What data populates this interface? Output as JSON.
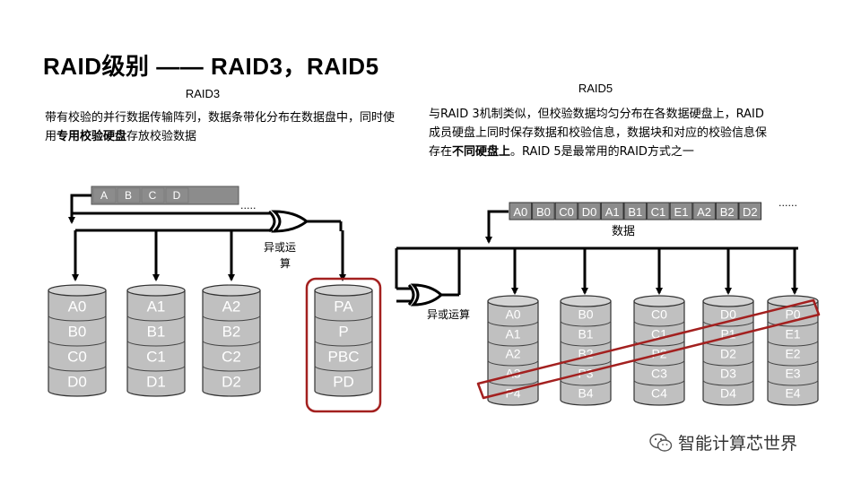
{
  "title": "RAID级别 —— RAID3，RAID5",
  "raid3": {
    "heading": "RAID3",
    "desc_part1": "带有校验的并行数据传输阵列，数据条带化分布在数据盘中，同时使用",
    "desc_bold": "专用校验硬盘",
    "desc_part2": "存放校验数据",
    "stripe_cells": [
      "A",
      "B",
      "C",
      "D"
    ],
    "ellipsis": ".....",
    "xor_label_line1": "异或运",
    "xor_label_line2": "算",
    "disks": [
      {
        "labels": [
          "A0",
          "B0",
          "C0",
          "D0"
        ]
      },
      {
        "labels": [
          "A1",
          "B1",
          "C1",
          "D1"
        ]
      },
      {
        "labels": [
          "A2",
          "B2",
          "C2",
          "D2"
        ]
      },
      {
        "labels": [
          "PA",
          "P",
          "PBC",
          "PD"
        ]
      }
    ]
  },
  "raid5": {
    "heading": "RAID5",
    "desc_part1": "与RAID 3机制类似，但校验数据均匀分布在各数据硬盘上，RAID成员硬盘上同时保存数据和校验信息，数据块和对应的校验信息保存在",
    "desc_bold": "不同硬盘上",
    "desc_part2": "。RAID 5是最常用的RAID方式之一",
    "stripe_cells": [
      "A0",
      "B0",
      "C0",
      "D0",
      "A1",
      "B1",
      "C1",
      "E1",
      "A2",
      "B2",
      "D2"
    ],
    "ellipsis": "......",
    "stripe_label": "数据",
    "xor_label": "异或运算",
    "disks": [
      {
        "labels": [
          "A0",
          "A1",
          "A2",
          "A3",
          "P4"
        ]
      },
      {
        "labels": [
          "B0",
          "B1",
          "B2",
          "P3",
          "B4"
        ]
      },
      {
        "labels": [
          "C0",
          "C1",
          "P2",
          "C3",
          "C4"
        ]
      },
      {
        "labels": [
          "D0",
          "P1",
          "D2",
          "D3",
          "D4"
        ]
      },
      {
        "labels": [
          "P0",
          "E1",
          "E2",
          "E3",
          "E4"
        ]
      }
    ]
  },
  "watermark": {
    "icon": "wechat-icon",
    "text": "智能计算芯世界"
  },
  "colors": {
    "disk_fill": "#c0c0c0",
    "disk_top": "#d4d4d4",
    "stripe_fill": "#8c8c8c",
    "highlight": "#a3201f",
    "line": "#000000"
  }
}
